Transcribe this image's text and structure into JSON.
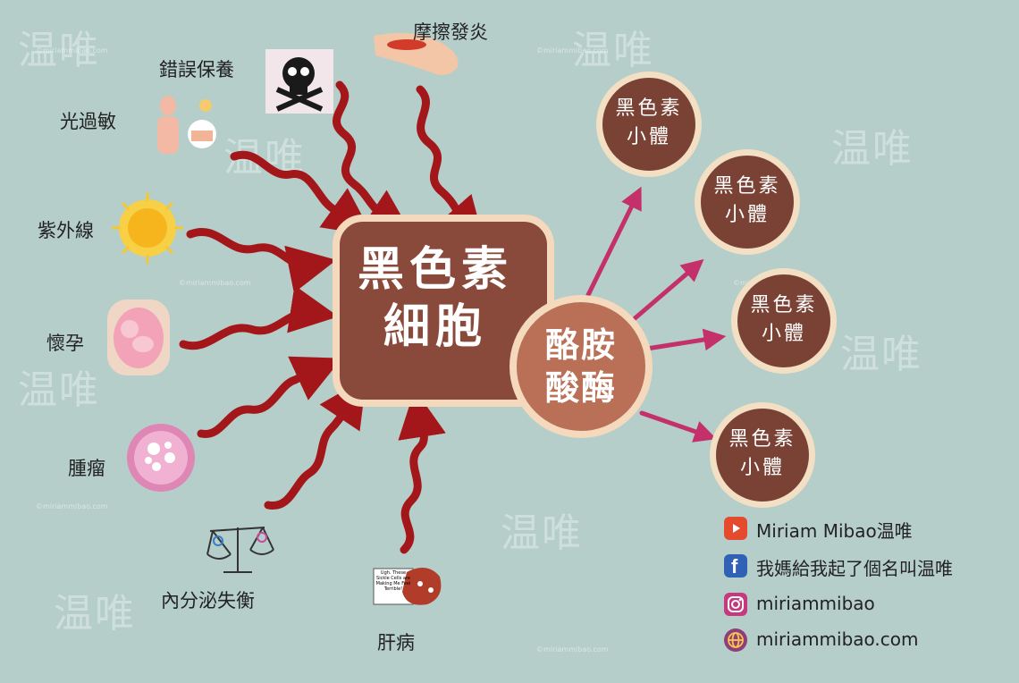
{
  "center": {
    "line1": "黑色素",
    "line2": "細胞"
  },
  "enzyme": {
    "line1": "酪胺",
    "line2": "酸酶"
  },
  "melanosome": {
    "line1": "黑色素",
    "line2": "小體"
  },
  "factors": {
    "wrong_care": "錯誤保養",
    "friction": "摩擦發炎",
    "photosensitivity": "光過敏",
    "uv": "紫外線",
    "pregnancy": "懷孕",
    "tumor": "腫瘤",
    "endocrine": "內分泌失衡",
    "liver": "肝病"
  },
  "watermark": {
    "char": "温唯",
    "site": "©miriammibao.com"
  },
  "liver_note": "Ugh. These Sickle Cells are Making Me Feel Terrible!",
  "social": {
    "youtube": "Miriam Mibao温唯",
    "facebook": "我媽給我起了個名叫温唯",
    "instagram": "miriammibao",
    "website": "miriammibao.com"
  },
  "colors": {
    "background": "#b5ceca",
    "hub": "#8a4a3b",
    "enzyme": "#ba6f57",
    "melanosome": "#7a4235",
    "arrow_red": "#a3171b",
    "arrow_pink": "#c4306a"
  }
}
